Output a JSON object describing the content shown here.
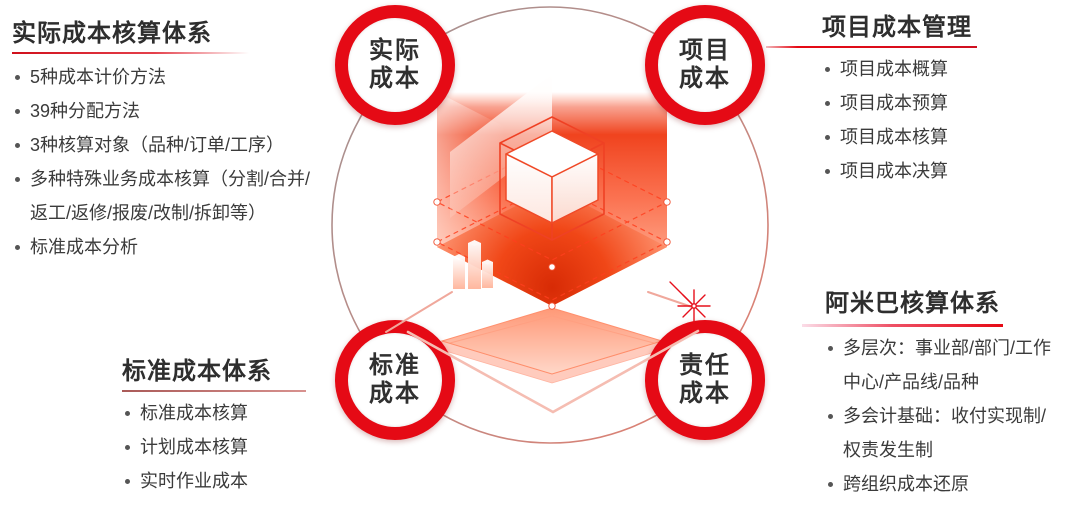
{
  "colors": {
    "accent_red": "#e50a15",
    "title_text": "#2e2e2e",
    "body_text": "#3b3b3b",
    "ring_gradient_left": "#a29292",
    "ring_gradient_right": "#e87c6c"
  },
  "center": {
    "nodes": {
      "actual": {
        "line1": "实际",
        "line2": "成本"
      },
      "project": {
        "line1": "项目",
        "line2": "成本"
      },
      "standard": {
        "line1": "标准",
        "line2": "成本"
      },
      "responsibility": {
        "line1": "责任",
        "line2": "成本"
      }
    }
  },
  "panels": {
    "actual_cost_system": {
      "title": "实际成本核算体系",
      "items": [
        "5种成本计价方法",
        "39种分配方法",
        "3种核算对象（品种/订单/工序）",
        "多种特殊业务成本核算（分割/合并/返工/返修/报废/改制/拆卸等）",
        "标准成本分析"
      ]
    },
    "project_cost_management": {
      "title": "项目成本管理",
      "items": [
        "项目成本概算",
        "项目成本预算",
        "项目成本核算",
        "项目成本决算"
      ]
    },
    "standard_cost_system": {
      "title": "标准成本体系",
      "items": [
        "标准成本核算",
        "计划成本核算",
        "实时作业成本"
      ]
    },
    "amoeba_accounting_system": {
      "title": "阿米巴核算体系",
      "items": [
        "多层次：事业部/部门/工作中心/产品线/品种",
        "多会计基础：收付实现制/权责发生制",
        "跨组织成本还原"
      ]
    }
  }
}
